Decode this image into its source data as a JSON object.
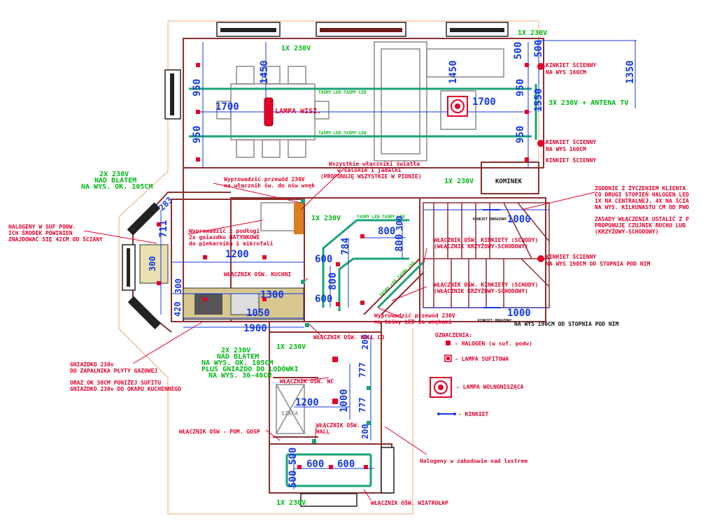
{
  "colors": {
    "wall": "#8b2f2f",
    "annotation": "#e4002b",
    "power": "#00b814",
    "dimension": "#1438e6",
    "led_strip": "#1aa37a",
    "furniture": "#8a8a8a",
    "outline": "#f0a878"
  },
  "power": {
    "top_left": "1X 230V",
    "top_right": "1X 230V",
    "tv": "3X 230V + ANTENA TV",
    "hall_top": "1X 230V",
    "hall_mid": "1X 230V",
    "hall_left": "1X 230V",
    "bottom": "1X 230V",
    "counter_left": [
      "2X 230V",
      "NAD BLATEM",
      "NA WYS. OK. 105CM"
    ],
    "counter_bottom": [
      "2X 230V",
      "NAD BLATEM",
      "NA WYS. OK. 105CM",
      "PLUS GNIAZDO DO LODÓWKI",
      "NA WYS. 30-40CM"
    ],
    "led_strip": "TAŚMY LED TAŚMY LED",
    "led_strip_hall": "TAŚMY LED TAŚMY LED",
    "led_strip_stairs": "TAŚMY LED TAŚMY LED"
  },
  "dimensions": {
    "d1450": "1450",
    "d950a": "950",
    "d950b": "950",
    "d1700a": "1700",
    "d1700b": "1700",
    "d500a": "500",
    "d500b": "500",
    "d950c": "950",
    "d950d": "950",
    "d1550": "1550",
    "d1350": "1350",
    "d711": "711",
    "d283": "283",
    "d1200a": "1200",
    "d300a": "300",
    "d300b": "300",
    "d420": "420",
    "d1300": "1300",
    "d1050": "1050",
    "d1900": "1900",
    "d600a": "600",
    "d600b": "600",
    "d800a": "800",
    "d784": "784",
    "d800b": "800",
    "d800c": "800",
    "d300c": "300",
    "d1000a": "1000",
    "d1000b": "1000",
    "d200a": "200",
    "d1000c": "1000",
    "d777a": "777",
    "d777b": "777",
    "d1200b": "1200",
    "d200b": "200",
    "d500c": "500",
    "d500d": "500",
    "d600c": "600",
    "d600d": "600"
  },
  "notes": {
    "lampa": "LAMPA WISZ.",
    "kinkiet1": [
      "KINKIET ŚCIENNY",
      "NA WYS 160CM"
    ],
    "kinkiet2": [
      "KINKIET ŚCIENNY",
      "NA WYS 160CM"
    ],
    "kinkiet3": "KINKIET ŚCIENNY",
    "kinkiet4": [
      "KINKIET ŚCIENNY",
      "NA WYS 190CM OD STOPNIA POD NIM"
    ],
    "stairs_height": "NA WYS 190CM OD STOPNIA POD NIM",
    "klient": [
      "ZGODNIE Z ŻYCZENIEM KLIENTA",
      "CO DRUGI STOPIEŃ HALOGEN LED",
      "1X NA CENTRALNEJ, 4X NA ŚCIA",
      "NA WYS. KILKUNASTU CM OD PWO"
    ],
    "zasady": [
      "ZASADY WŁĄCZENIA USTALIĆ Z P",
      "PROPONUJĘ CZUJNIK RUCHU LUB",
      "(KRZYŻOWY-SCHODOWY)"
    ],
    "wszystkie": [
      "Wszystkie włączniki światła",
      "w salonie i jadalni",
      "(PROPONUJĘ WSZYSTKIE W PIONIE)"
    ],
    "wyprowadzic1": [
      "Wyprowadzić przewód 230V",
      "na włącznik św. do ośw wnęk"
    ],
    "wyprowadzic2": [
      "Wyprowadzić z podłogi",
      "2x gniazdko NATYNKOWE",
      "do piekarnika i mikrofali"
    ],
    "wyprowadzic3": [
      "Wyprowadzić przewód 230V",
      "na taśmy LED za wnękami"
    ],
    "halogeny_suf": [
      "HALOGENY W SUF PODW.",
      "ICH ŚRODEK POWINIEN",
      "ZNAJDOWAĆ SIĘ 42CM OD ŚCIANY"
    ],
    "gniazdko": [
      "GNIAZDKO 230v",
      "DO ZAPALNIKA PŁYTY GAZOWEJ",
      "",
      "ORAZ OK 30CM PONIŻEJ SUFITU",
      "GNIAZDKO 230v DO OKAPU KUCHENNEGO"
    ],
    "wl_kuchni": "WŁĄCZNIK OŚW. KUCHNI",
    "wl_hall_cd": "WŁĄCZNIK OŚW. HALL CD",
    "wl_wc": "WŁĄCZNIK OŚW. WC",
    "wl_gosp": "WŁĄCZNIK OŚW - POM. GOSP",
    "wl_hall": [
      "WŁĄCZNIK OŚW.",
      "HALL"
    ],
    "wl_wiatrolap": "WŁĄCZNIK OŚW. WIATROŁAP",
    "wl_schody1": [
      "WŁĄCZNIK OŚW. KINKIETY (SCHODY)",
      "(WŁĄCZNIK KRZYŻOWY-SCHODOWY)"
    ],
    "wl_schody2": [
      "WŁĄCZNIK OŚW. KINKIETY (SCHODY)",
      "(WŁĄCZNIK KRZYŻOWY-SCHODOWY)"
    ],
    "halogeny_lustro": "Halogeny w zabudowie nad lustrem",
    "kominek": "KOMINEK",
    "kinkiet_obrazowy1": "KINKIET OBRAZOWY",
    "kinkiet_obrazowy2": "KINKIET OBRAZOWY",
    "szafa": "SZAFA"
  },
  "legend": {
    "title": "OZNACZENIA:",
    "halogen": "- HALOGEN (w suf. podw)",
    "lampa_sufitowa": "- LAMPA SUFITOWA",
    "lampa_wolno": "- LAMPA WOLNONISZĄCA",
    "kinkiet": "- KINKIET"
  }
}
